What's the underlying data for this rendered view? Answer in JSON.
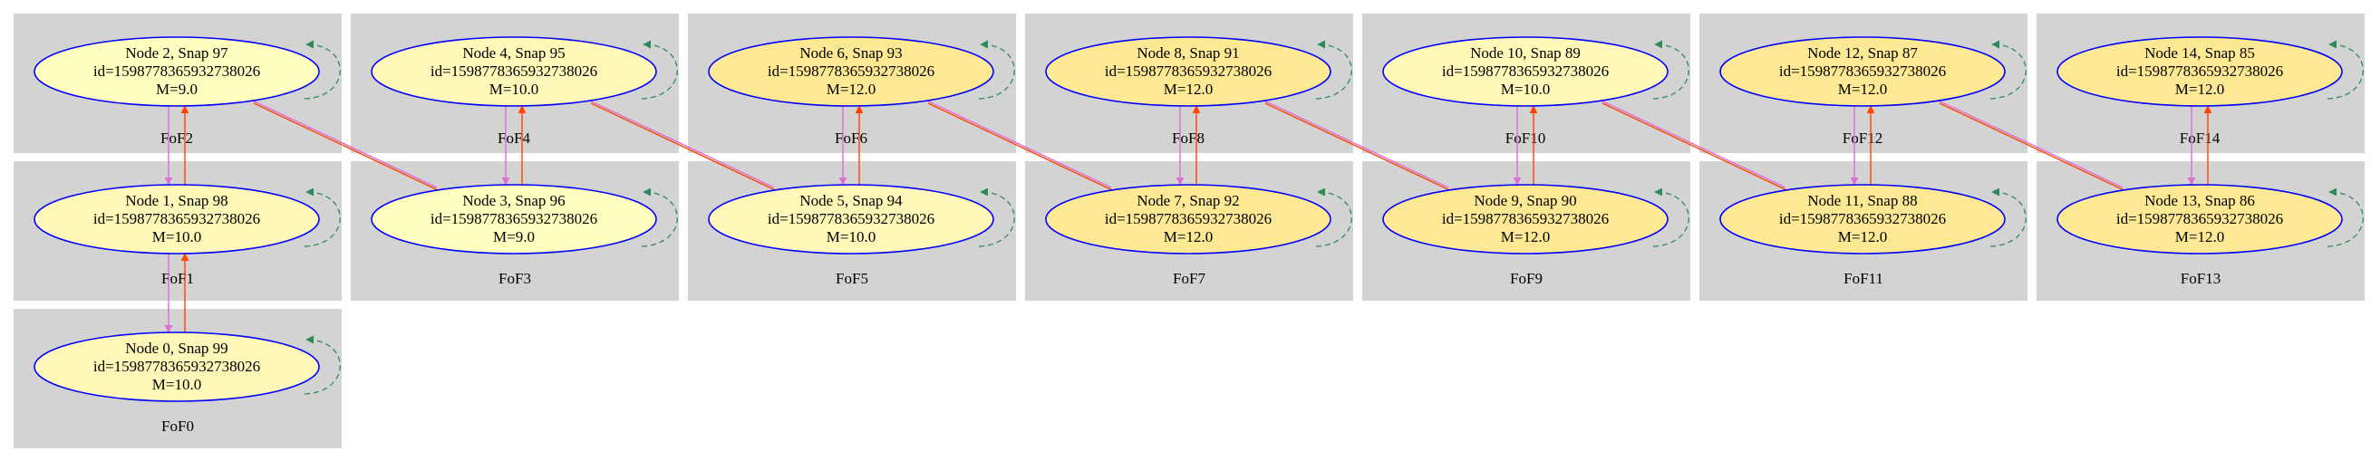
{
  "colors": {
    "cluster_fill": "#d3d3d3",
    "node_outline": "#0000ff",
    "fill_9": "#ffffc0",
    "fill_10": "#fff8b8",
    "fill_12": "#fde894",
    "edge_orange": "#ff4500",
    "edge_violet": "#da70d6",
    "loop_green": "#2e8b57"
  },
  "nodes": [
    {
      "id": "n0",
      "line1": "Node 0, Snap 99",
      "line2": "id=1598778365932738026",
      "line3": "M=10.0",
      "mass": 10
    },
    {
      "id": "n1",
      "line1": "Node 1, Snap 98",
      "line2": "id=1598778365932738026",
      "line3": "M=10.0",
      "mass": 10
    },
    {
      "id": "n2",
      "line1": "Node 2, Snap 97",
      "line2": "id=1598778365932738026",
      "line3": "M=9.0",
      "mass": 9
    },
    {
      "id": "n3",
      "line1": "Node 3, Snap 96",
      "line2": "id=1598778365932738026",
      "line3": "M=9.0",
      "mass": 9
    },
    {
      "id": "n4",
      "line1": "Node 4, Snap 95",
      "line2": "id=1598778365932738026",
      "line3": "M=10.0",
      "mass": 10
    },
    {
      "id": "n5",
      "line1": "Node 5, Snap 94",
      "line2": "id=1598778365932738026",
      "line3": "M=10.0",
      "mass": 10
    },
    {
      "id": "n6",
      "line1": "Node 6, Snap 93",
      "line2": "id=1598778365932738026",
      "line3": "M=12.0",
      "mass": 12
    },
    {
      "id": "n7",
      "line1": "Node 7, Snap 92",
      "line2": "id=1598778365932738026",
      "line3": "M=12.0",
      "mass": 12
    },
    {
      "id": "n8",
      "line1": "Node 8, Snap 91",
      "line2": "id=1598778365932738026",
      "line3": "M=12.0",
      "mass": 12
    },
    {
      "id": "n9",
      "line1": "Node 9, Snap 90",
      "line2": "id=1598778365932738026",
      "line3": "M=12.0",
      "mass": 12
    },
    {
      "id": "n10",
      "line1": "Node 10, Snap 89",
      "line2": "id=1598778365932738026",
      "line3": "M=10.0",
      "mass": 10
    },
    {
      "id": "n11",
      "line1": "Node 11, Snap 88",
      "line2": "id=1598778365932738026",
      "line3": "M=12.0",
      "mass": 12
    },
    {
      "id": "n12",
      "line1": "Node 12, Snap 87",
      "line2": "id=1598778365932738026",
      "line3": "M=12.0",
      "mass": 12
    },
    {
      "id": "n13",
      "line1": "Node 13, Snap 86",
      "line2": "id=1598778365932738026",
      "line3": "M=12.0",
      "mass": 12
    },
    {
      "id": "n14",
      "line1": "Node 14, Snap 85",
      "line2": "id=1598778365932738026",
      "line3": "M=12.0",
      "mass": 12
    }
  ],
  "clusters": [
    {
      "id": "c0",
      "label": "FoF0"
    },
    {
      "id": "c1",
      "label": "FoF1"
    },
    {
      "id": "c2",
      "label": "FoF2"
    },
    {
      "id": "c3",
      "label": "FoF3"
    },
    {
      "id": "c4",
      "label": "FoF4"
    },
    {
      "id": "c5",
      "label": "FoF5"
    },
    {
      "id": "c6",
      "label": "FoF6"
    },
    {
      "id": "c7",
      "label": "FoF7"
    },
    {
      "id": "c8",
      "label": "FoF8"
    },
    {
      "id": "c9",
      "label": "FoF9"
    },
    {
      "id": "c10",
      "label": "FoF10"
    },
    {
      "id": "c11",
      "label": "FoF11"
    },
    {
      "id": "c12",
      "label": "FoF12"
    },
    {
      "id": "c13",
      "label": "FoF13"
    },
    {
      "id": "c14",
      "label": "FoF14"
    }
  ],
  "edges": [
    {
      "from": "n0",
      "to": "n1",
      "color": "orange"
    },
    {
      "from": "n1",
      "to": "n0",
      "color": "violet"
    },
    {
      "from": "n1",
      "to": "n2",
      "color": "orange"
    },
    {
      "from": "n2",
      "to": "n1",
      "color": "violet"
    },
    {
      "from": "n2",
      "to": "n3",
      "color": "orange"
    },
    {
      "from": "n3",
      "to": "n2",
      "color": "violet"
    },
    {
      "from": "n3",
      "to": "n4",
      "color": "orange"
    },
    {
      "from": "n4",
      "to": "n3",
      "color": "violet"
    },
    {
      "from": "n4",
      "to": "n5",
      "color": "orange"
    },
    {
      "from": "n5",
      "to": "n4",
      "color": "violet"
    },
    {
      "from": "n5",
      "to": "n6",
      "color": "orange"
    },
    {
      "from": "n6",
      "to": "n5",
      "color": "violet"
    },
    {
      "from": "n6",
      "to": "n7",
      "color": "orange"
    },
    {
      "from": "n7",
      "to": "n6",
      "color": "violet"
    },
    {
      "from": "n7",
      "to": "n8",
      "color": "orange"
    },
    {
      "from": "n8",
      "to": "n7",
      "color": "violet"
    },
    {
      "from": "n8",
      "to": "n9",
      "color": "orange"
    },
    {
      "from": "n9",
      "to": "n8",
      "color": "violet"
    },
    {
      "from": "n9",
      "to": "n10",
      "color": "orange"
    },
    {
      "from": "n10",
      "to": "n9",
      "color": "violet"
    },
    {
      "from": "n10",
      "to": "n11",
      "color": "orange"
    },
    {
      "from": "n11",
      "to": "n10",
      "color": "violet"
    },
    {
      "from": "n11",
      "to": "n12",
      "color": "orange"
    },
    {
      "from": "n12",
      "to": "n11",
      "color": "violet"
    },
    {
      "from": "n12",
      "to": "n13",
      "color": "orange"
    },
    {
      "from": "n13",
      "to": "n12",
      "color": "violet"
    },
    {
      "from": "n13",
      "to": "n14",
      "color": "orange"
    },
    {
      "from": "n14",
      "to": "n13",
      "color": "violet"
    }
  ]
}
